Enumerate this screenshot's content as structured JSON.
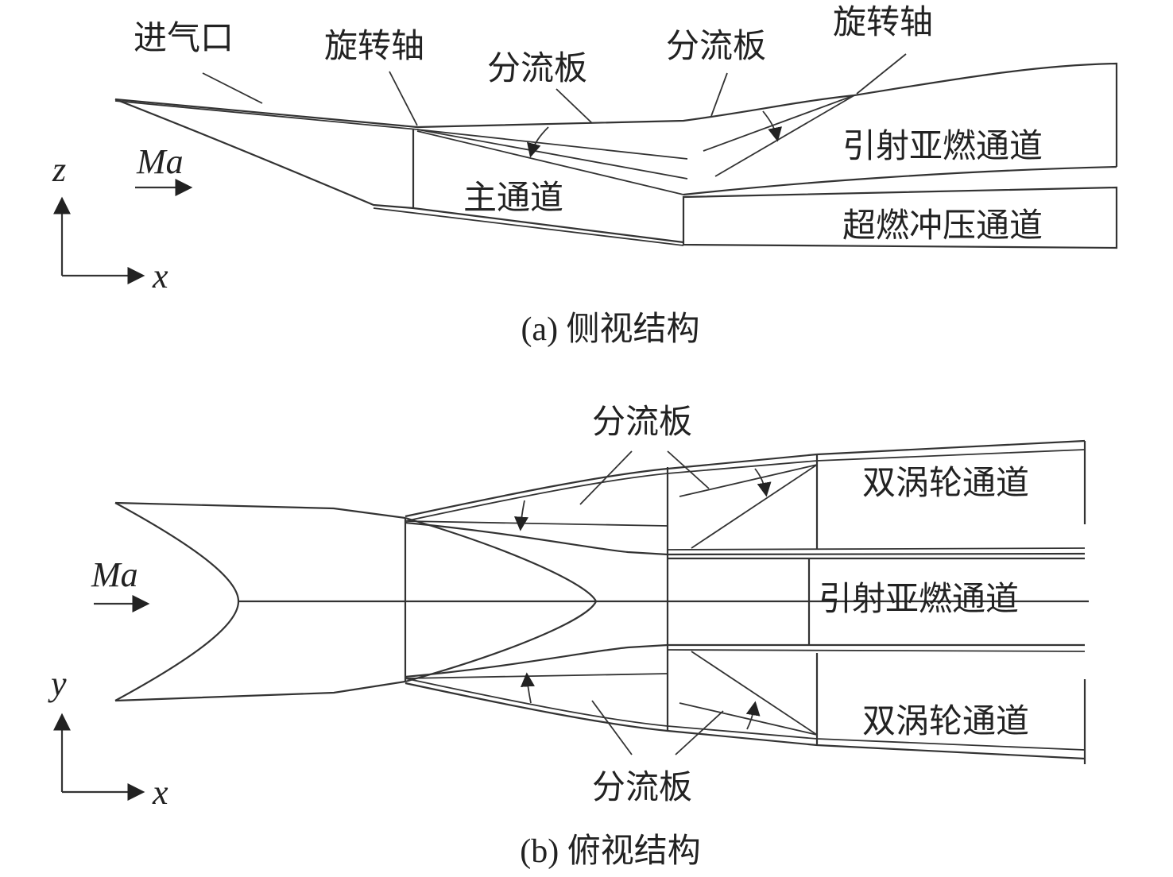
{
  "side_view": {
    "labels": {
      "inlet": "进气口",
      "rotation_axis_1": "旋转轴",
      "splitter_1": "分流板",
      "splitter_2": "分流板",
      "rotation_axis_2": "旋转轴",
      "ejector_subsonic_channel": "引射亚燃通道",
      "main_channel": "主通道",
      "scramjet_channel": "超燃冲压通道"
    },
    "flow": "Ma",
    "axis_vertical": "z",
    "axis_horizontal": "x",
    "caption": "(a) 侧视结构"
  },
  "top_view": {
    "labels": {
      "splitter_top": "分流板",
      "splitter_bottom": "分流板",
      "twin_turbine_channel_top": "双涡轮通道",
      "ejector_subsonic_channel": "引射亚燃通道",
      "twin_turbine_channel_bottom": "双涡轮通道"
    },
    "flow": "Ma",
    "axis_vertical": "y",
    "axis_horizontal": "x",
    "caption": "(b) 俯视结构"
  }
}
